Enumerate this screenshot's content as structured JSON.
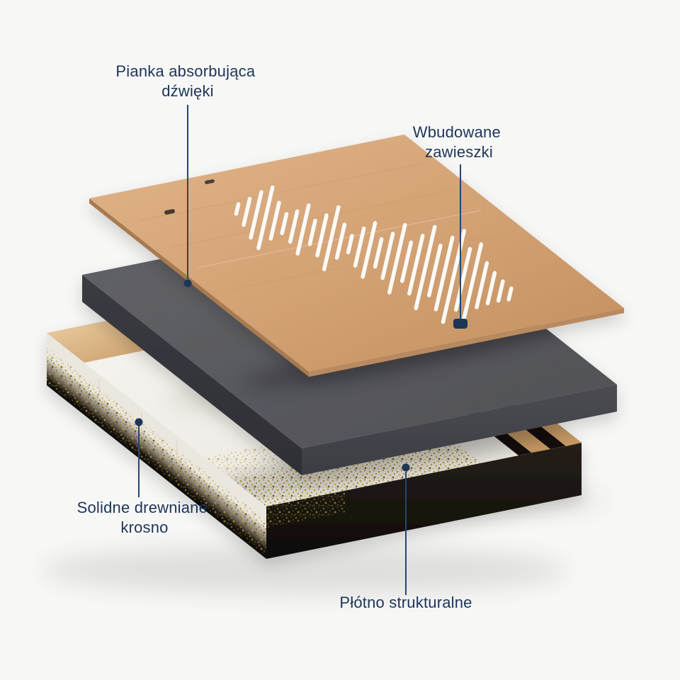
{
  "page": {
    "background_color": "#f7f7f6"
  },
  "labels": {
    "foam": {
      "line1": "Pianka absorbująca",
      "line2": "dźwięki"
    },
    "hangers": {
      "line1": "Wbudowane",
      "line2": "zawieszki"
    },
    "frame": {
      "line1": "Solidne drewniane",
      "line2": "krosno"
    },
    "canvas": {
      "line1": "Płótno strukturalne"
    }
  },
  "style": {
    "label_color": "#1d3557",
    "line_color": "#27466e",
    "dot_color": "#1d3557"
  },
  "layers": {
    "board": {
      "description": "perforated-hardboard-with-soundwave-cutouts",
      "color": "#d7a87c",
      "slot_color": "#fafaf8",
      "slot_lengths": [
        14,
        38,
        66,
        88,
        52,
        28,
        44,
        70,
        34,
        58,
        90,
        48,
        24,
        54,
        78,
        40,
        64,
        98,
        56,
        84,
        118,
        72,
        104,
        132,
        88,
        110,
        64,
        44,
        28,
        16
      ]
    },
    "foam": {
      "description": "sound-absorbing-foam",
      "color": "#55565c"
    },
    "canvas": {
      "description": "structural-canvas-on-wooden-frame",
      "top_color": "#f3f1ea",
      "gold_color": "#c9a227",
      "wood_color": "#d9b27f",
      "dark_color": "#14110d"
    }
  }
}
